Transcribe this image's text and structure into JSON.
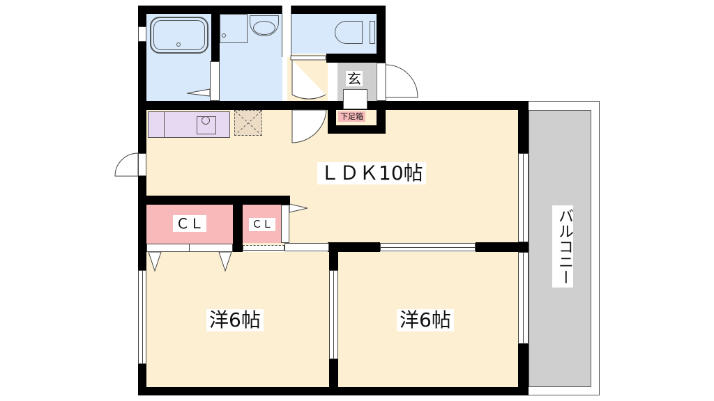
{
  "floor_plan": {
    "rooms": {
      "ldk": {
        "label": "ＬＤＫ10帖"
      },
      "western_room_left": {
        "label": "洋6帖"
      },
      "western_room_right": {
        "label": "洋6帖"
      },
      "closet_large": {
        "label": "ＣＬ"
      },
      "closet_small": {
        "label": "ＣＬ"
      },
      "entrance": {
        "label": "玄"
      },
      "shoe_box": {
        "label": "下足箱"
      },
      "balcony": {
        "label": "バルコニー"
      }
    },
    "fixtures": [
      "bathtub-icon",
      "washbasin-icon",
      "toilet-icon",
      "kitchen-sink-icon",
      "fridge-space-icon"
    ],
    "colors": {
      "floor": "#fdf0d2",
      "wet_area": "#d7e9fb",
      "closet": "#f7b9b9",
      "kitchen": "#e8d9f3",
      "balcony": "#cfcfcf",
      "wall": "#000000"
    }
  }
}
